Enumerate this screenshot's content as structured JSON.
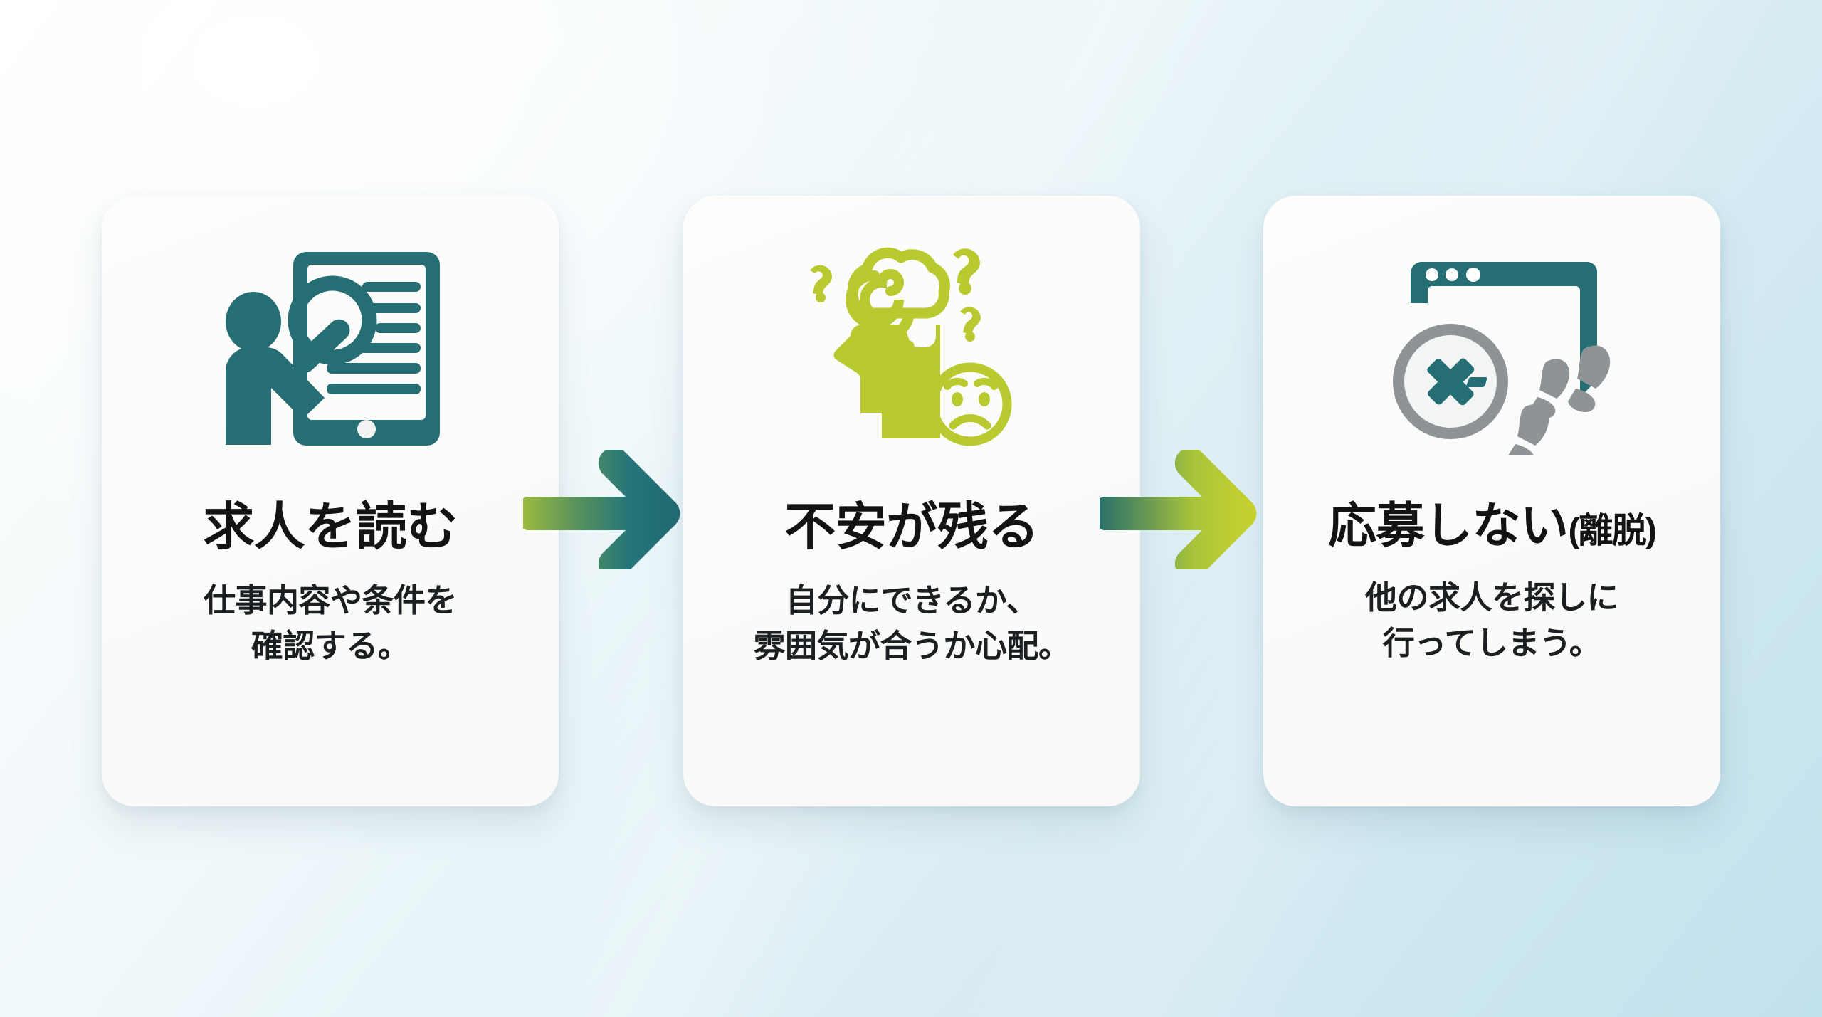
{
  "background": {
    "gradient_from": "#fdfefe",
    "gradient_to": "#c2e2ee"
  },
  "palette": {
    "teal": "#246e74",
    "lime": "#b9ca30",
    "grey": "#8e9396",
    "card_bg": "#fbfbfa",
    "text": "#111314"
  },
  "chart_data": {
    "type": "diagram",
    "title": "",
    "layout": "horizontal-3-step-flow",
    "steps": [
      {
        "index": 1,
        "title": "求人を読む",
        "description_lines": [
          "仕事内容や条件を",
          "確認する。"
        ],
        "icon": "person-magnifier-tablet-icon",
        "icon_color": "#246e74"
      },
      {
        "index": 2,
        "title": "不安が残る",
        "description_lines": [
          "自分にできるか、",
          "雰囲気が合うか心配。"
        ],
        "icon": "worried-head-brain-question-icon",
        "icon_color": "#b9ca30"
      },
      {
        "index": 3,
        "title": "応募しない",
        "title_suffix": "(離脱)",
        "description_lines": [
          "他の求人を探しに",
          "行ってしまう。"
        ],
        "icon": "browser-x-footprints-icon",
        "icon_color": "#246e74"
      }
    ],
    "connectors": [
      {
        "index": 1,
        "icon": "arrow-right-icon",
        "from_color": "#a9c23c",
        "to_color": "#1f6a70"
      },
      {
        "index": 2,
        "icon": "arrow-right-icon",
        "from_color": "#1f6a70",
        "to_color": "#cbd52e"
      }
    ]
  },
  "flow": {
    "cards": [
      {
        "title": "求人を読む",
        "title_suffix": "",
        "desc_line1": "仕事内容や条件を",
        "desc_line2": "確認する。"
      },
      {
        "title": "不安が残る",
        "title_suffix": "",
        "desc_line1": "自分にできるか、",
        "desc_line2": "雰囲気が合うか心配。"
      },
      {
        "title": "応募しない",
        "title_suffix": "(離脱)",
        "desc_line1": "他の求人を探しに",
        "desc_line2": "行ってしまう。"
      }
    ]
  }
}
